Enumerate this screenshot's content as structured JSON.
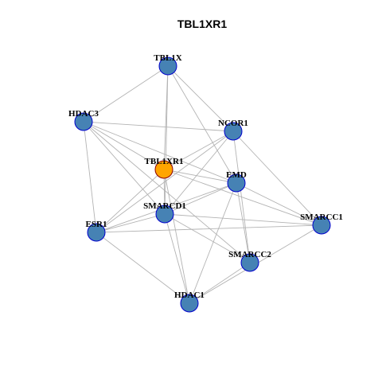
{
  "title": "TBL1XR1",
  "colors": {
    "node_default": "#4682b4",
    "node_focus": "#ffa500",
    "node_stroke_default": "#0000cd",
    "node_stroke_focus": "#8b0000",
    "edge": "#b3b3b3",
    "label": "#000000"
  },
  "nodes": [
    {
      "id": "TBL1X",
      "label": "TBL1X",
      "focus": false
    },
    {
      "id": "HDAC3",
      "label": "HDAC3",
      "focus": false
    },
    {
      "id": "NCOR1",
      "label": "NCOR1",
      "focus": false
    },
    {
      "id": "TBL1XR1",
      "label": "TBL1XR1",
      "focus": true
    },
    {
      "id": "EMD",
      "label": "EMD",
      "focus": false
    },
    {
      "id": "SMARCD1",
      "label": "SMARCD1",
      "focus": false
    },
    {
      "id": "ESR1",
      "label": "ESR1",
      "focus": false
    },
    {
      "id": "SMARCC1",
      "label": "SMARCC1",
      "focus": false
    },
    {
      "id": "SMARCC2",
      "label": "SMARCC2",
      "focus": false
    },
    {
      "id": "HDAC1",
      "label": "HDAC1",
      "focus": false
    }
  ],
  "edges": [
    [
      "TBL1X",
      "HDAC3"
    ],
    [
      "TBL1X",
      "TBL1XR1"
    ],
    [
      "TBL1X",
      "NCOR1"
    ],
    [
      "TBL1X",
      "EMD"
    ],
    [
      "TBL1X",
      "SMARCD1"
    ],
    [
      "HDAC3",
      "NCOR1"
    ],
    [
      "HDAC3",
      "TBL1XR1"
    ],
    [
      "HDAC3",
      "EMD"
    ],
    [
      "HDAC3",
      "SMARCD1"
    ],
    [
      "HDAC3",
      "ESR1"
    ],
    [
      "HDAC3",
      "SMARCC2"
    ],
    [
      "NCOR1",
      "TBL1XR1"
    ],
    [
      "NCOR1",
      "SMARCD1"
    ],
    [
      "NCOR1",
      "ESR1"
    ],
    [
      "NCOR1",
      "SMARCC1"
    ],
    [
      "NCOR1",
      "SMARCC2"
    ],
    [
      "TBL1XR1",
      "EMD"
    ],
    [
      "TBL1XR1",
      "SMARCD1"
    ],
    [
      "TBL1XR1",
      "ESR1"
    ],
    [
      "TBL1XR1",
      "SMARCC1"
    ],
    [
      "TBL1XR1",
      "HDAC1"
    ],
    [
      "EMD",
      "SMARCD1"
    ],
    [
      "EMD",
      "ESR1"
    ],
    [
      "EMD",
      "SMARCC1"
    ],
    [
      "EMD",
      "SMARCC2"
    ],
    [
      "EMD",
      "HDAC1"
    ],
    [
      "SMARCD1",
      "ESR1"
    ],
    [
      "SMARCD1",
      "SMARCC1"
    ],
    [
      "SMARCD1",
      "SMARCC2"
    ],
    [
      "SMARCD1",
      "HDAC1"
    ],
    [
      "ESR1",
      "SMARCC1"
    ],
    [
      "ESR1",
      "HDAC1"
    ],
    [
      "SMARCC1",
      "HDAC1"
    ],
    [
      "SMARCC2",
      "HDAC1"
    ]
  ]
}
